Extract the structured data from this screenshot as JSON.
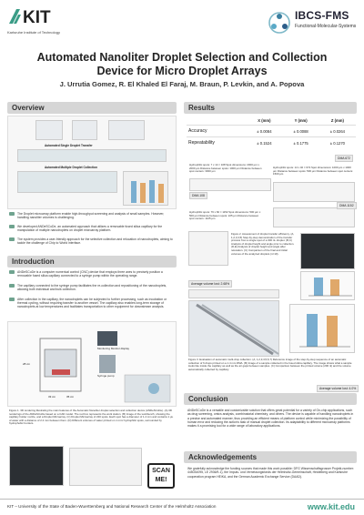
{
  "header": {
    "kit_sub": "Karlsruhe Institute of Technology",
    "ibcs_title": "IBCS-FMS",
    "ibcs_sub": "Functional-Molecular-Systems"
  },
  "title_line1": "Automated Nanoliter Droplet Selection and Collection",
  "title_line2": "Device for Micro Droplet Arrays",
  "authors": "J. Urrutia Gomez, R. El Khaled El Faraj, M. Braun, P. Levkin, and A. Popova",
  "sections": {
    "overview": "Overview",
    "introduction": "Introduction",
    "results": "Results",
    "conclusion": "Conclusion",
    "acknowledgements": "Acknowledgements"
  },
  "overview": {
    "bullets": [
      "The Droplet microarray platform enable high-throughput screening and analysis of small samples. However, handling nanoliter volumes is challenging.",
      "We developed ANDeSCoDe, an automated approach that utilizes a removable fused silica capillary for the manipulation of multiple nanodroplets on droplet microarray platform.",
      "The system provides a user-friendly approach for the selective collection and relocation of nanodroplets, aiming to tackle the challenge of Chip to World interface."
    ],
    "fig_labels": [
      "Automated Single Droplet Transfer",
      "Automated Multiple Droplet Collection"
    ]
  },
  "introduction": {
    "bullets": [
      "ANDeSCoDe is a computer numerical control (CNC) device that employs three axes to precisely position a removable fused silica capillary connected to a syringe pump within the operating range.",
      "The capillary connected to the syringe pump facilitates the re-collection and repositioning of the nanodroplets, allowing both individual and bulk collection.",
      "After collection in the capillary, the nanodroplets can be subjected to further processing, such as incubation or thermal cycling, without requiring transfer to another vessel. The capillary also enables long-term storage of nanodroplets at low temperatures and facilitates transportation to other equipment for downstream analysis."
    ],
    "fig_labels": [
      "Monitoring Monitor display",
      "Syringe pump",
      "28 cm",
      "33 cm",
      "35 cm"
    ],
    "caption": "Figure 1. 3D rendering illustrating the main features of the Automatic Nanoliter droplet selection and collection device (ANDeSCoDe). (A) 3D renderings of the ANDeSCoDe based on a CAD model. The red box represents the work station. (B) Image of the workbench, showing the capillary holder nozzle, and a Droplet Microarray. (C) Droplet Microarray of 220 spots. Each spot has a diameter of 1.4 mm and contains 1 µL of water with a distance of 2.2 mm between them. (D) Different volumes of water printed on 1 mm² hydrophilic spots, surrounded by hydrophobic borders."
  },
  "results": {
    "table": {
      "headers": [
        "",
        "X (mm)",
        "Y (mm)",
        "Z (mm)"
      ],
      "rows": [
        [
          "Accuracy",
          "± 0.0084",
          "± 0.0088",
          "± 0.0264"
        ],
        [
          "Repeatability",
          "± 0.1524",
          "± 0.1775",
          "± 0.1270"
        ]
      ]
    },
    "specs": [
      "Hydrophilic spots: 7 x 14 = 108 Spot dimensions: 2000 µm x 2000 µm Distance between spots: 1000 µm Distance between spot centers: 3000 µm",
      "Hydrophilic spots: 14 x 40 = 672 Spot dimensions: 1000 µm x 1000 µm Distance between spots: 500 µm Distance between spot centers: 1500 µm",
      "Hydrophilic spots: 76 x 60 = 1152 Spot dimensions: 500 µm x 500 µm Distance between spots: 225 µm Distance between spot centers: 1125 µm"
    ],
    "chips": [
      "DMA 108",
      "DMA 672",
      "DMA 1152"
    ],
    "fig2_caption": "Figure 2. Assessment of droplet transfer efficiency. (A, 1,2,3,4,5) Step-by-step demonstration of the transfer process from a single spot of a 300 nL droplet. (B,C) Analysis of droplet height and angle prior to collection. (D,E) Analysis of droplet height and angle after relocation. (C) Comparison of the final and initial volumes of the analyzed droplets (n=10).",
    "avg_loss_1": "Average volume lost: 2.68%",
    "fig3_caption": "Figure 3. Evaluation of automatic multi-drop collection. (A, 1,2,3,4,5,6,7) Reference image of the step-by-step sequence of an automatic collection of 6 drops printed on a 1.4 mm DMA. (B) Image of a sample collected in the fused silica capillary. The image shows what a sample looks like inside the capillary as well as the air gaps between samples. (C) Comparison between the printed volume (200 nl) and the volume automatically collected by capillary.",
    "avg_loss_2": "Average volume lost: 4.0%"
  },
  "conclusion": "ANDeSCoDe is a versatile and customizable solution that offers great potential for a variety of On-chip applications, such as drug screening, omics analysis, combinatorial chemistry, and others. The device is capable of handling nanodroplets in a precise and automated manner, thus providing an efficient means of platform control while minimizing the possibility of human error and reducing the action's task of manual droplet collection. Its adaptability to different microarray platforms makes it a promising tool for a wide range of laboratory applications.",
  "acknowledgements": "We gratefully acknowledge the funding sources that made this work possible: DFG Wissenschaftsgrosser Projekt-number: 445034095, LE 2936/9-1), the Impuls- und Vernetzungsfonds der Helmholtz-Gemeinschaft, Heidelberg and Karlsruhe cooperation program HEiKA, and the German Academic Exchange Service (DAAD).",
  "scan": "SCAN ME!",
  "footer": {
    "text": "KIT – University of the State of Baden-Wuerttemberg and National Research Center of the Helmholtz Association",
    "url": "www.kit.edu"
  },
  "colors": {
    "accent": "#3a9c86",
    "header_bar": "#d6d6d6"
  }
}
